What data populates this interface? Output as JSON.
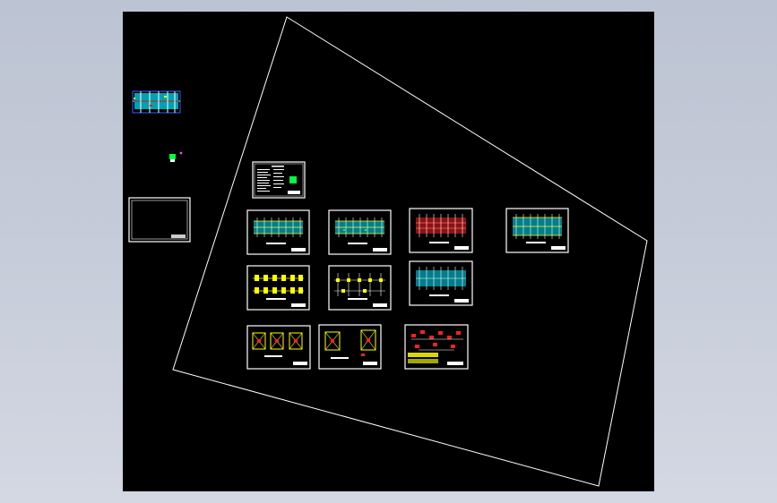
{
  "viewport": {
    "background": "#000000",
    "surround_top": "#bcc3d2",
    "surround_bottom": "#d3d8e3"
  },
  "colors": {
    "boundary": "#ffffff",
    "sheet_frame": "#ffffff",
    "cyan": "#00e5ff",
    "yellow": "#ffff00",
    "red": "#ff2020",
    "green": "#00ff40",
    "blue": "#3060ff",
    "magenta": "#ff40ff"
  },
  "sheets": [
    {
      "id": "overview-strip",
      "style": "plan-cyan"
    },
    {
      "id": "detail-marker",
      "style": "marker"
    },
    {
      "id": "empty-frame",
      "style": "empty"
    },
    {
      "id": "notes-sheet",
      "style": "notes"
    },
    {
      "id": "plan-1",
      "style": "plan-cyan"
    },
    {
      "id": "plan-2",
      "style": "plan-cyan"
    },
    {
      "id": "plan-red",
      "style": "plan-red"
    },
    {
      "id": "plan-4",
      "style": "plan-cyan"
    },
    {
      "id": "foundation-1",
      "style": "foundation"
    },
    {
      "id": "foundation-2",
      "style": "foundation"
    },
    {
      "id": "plan-5",
      "style": "plan-cyan"
    },
    {
      "id": "footing-details-1",
      "style": "footing"
    },
    {
      "id": "footing-details-2",
      "style": "footing"
    },
    {
      "id": "rebar-details",
      "style": "details"
    }
  ]
}
